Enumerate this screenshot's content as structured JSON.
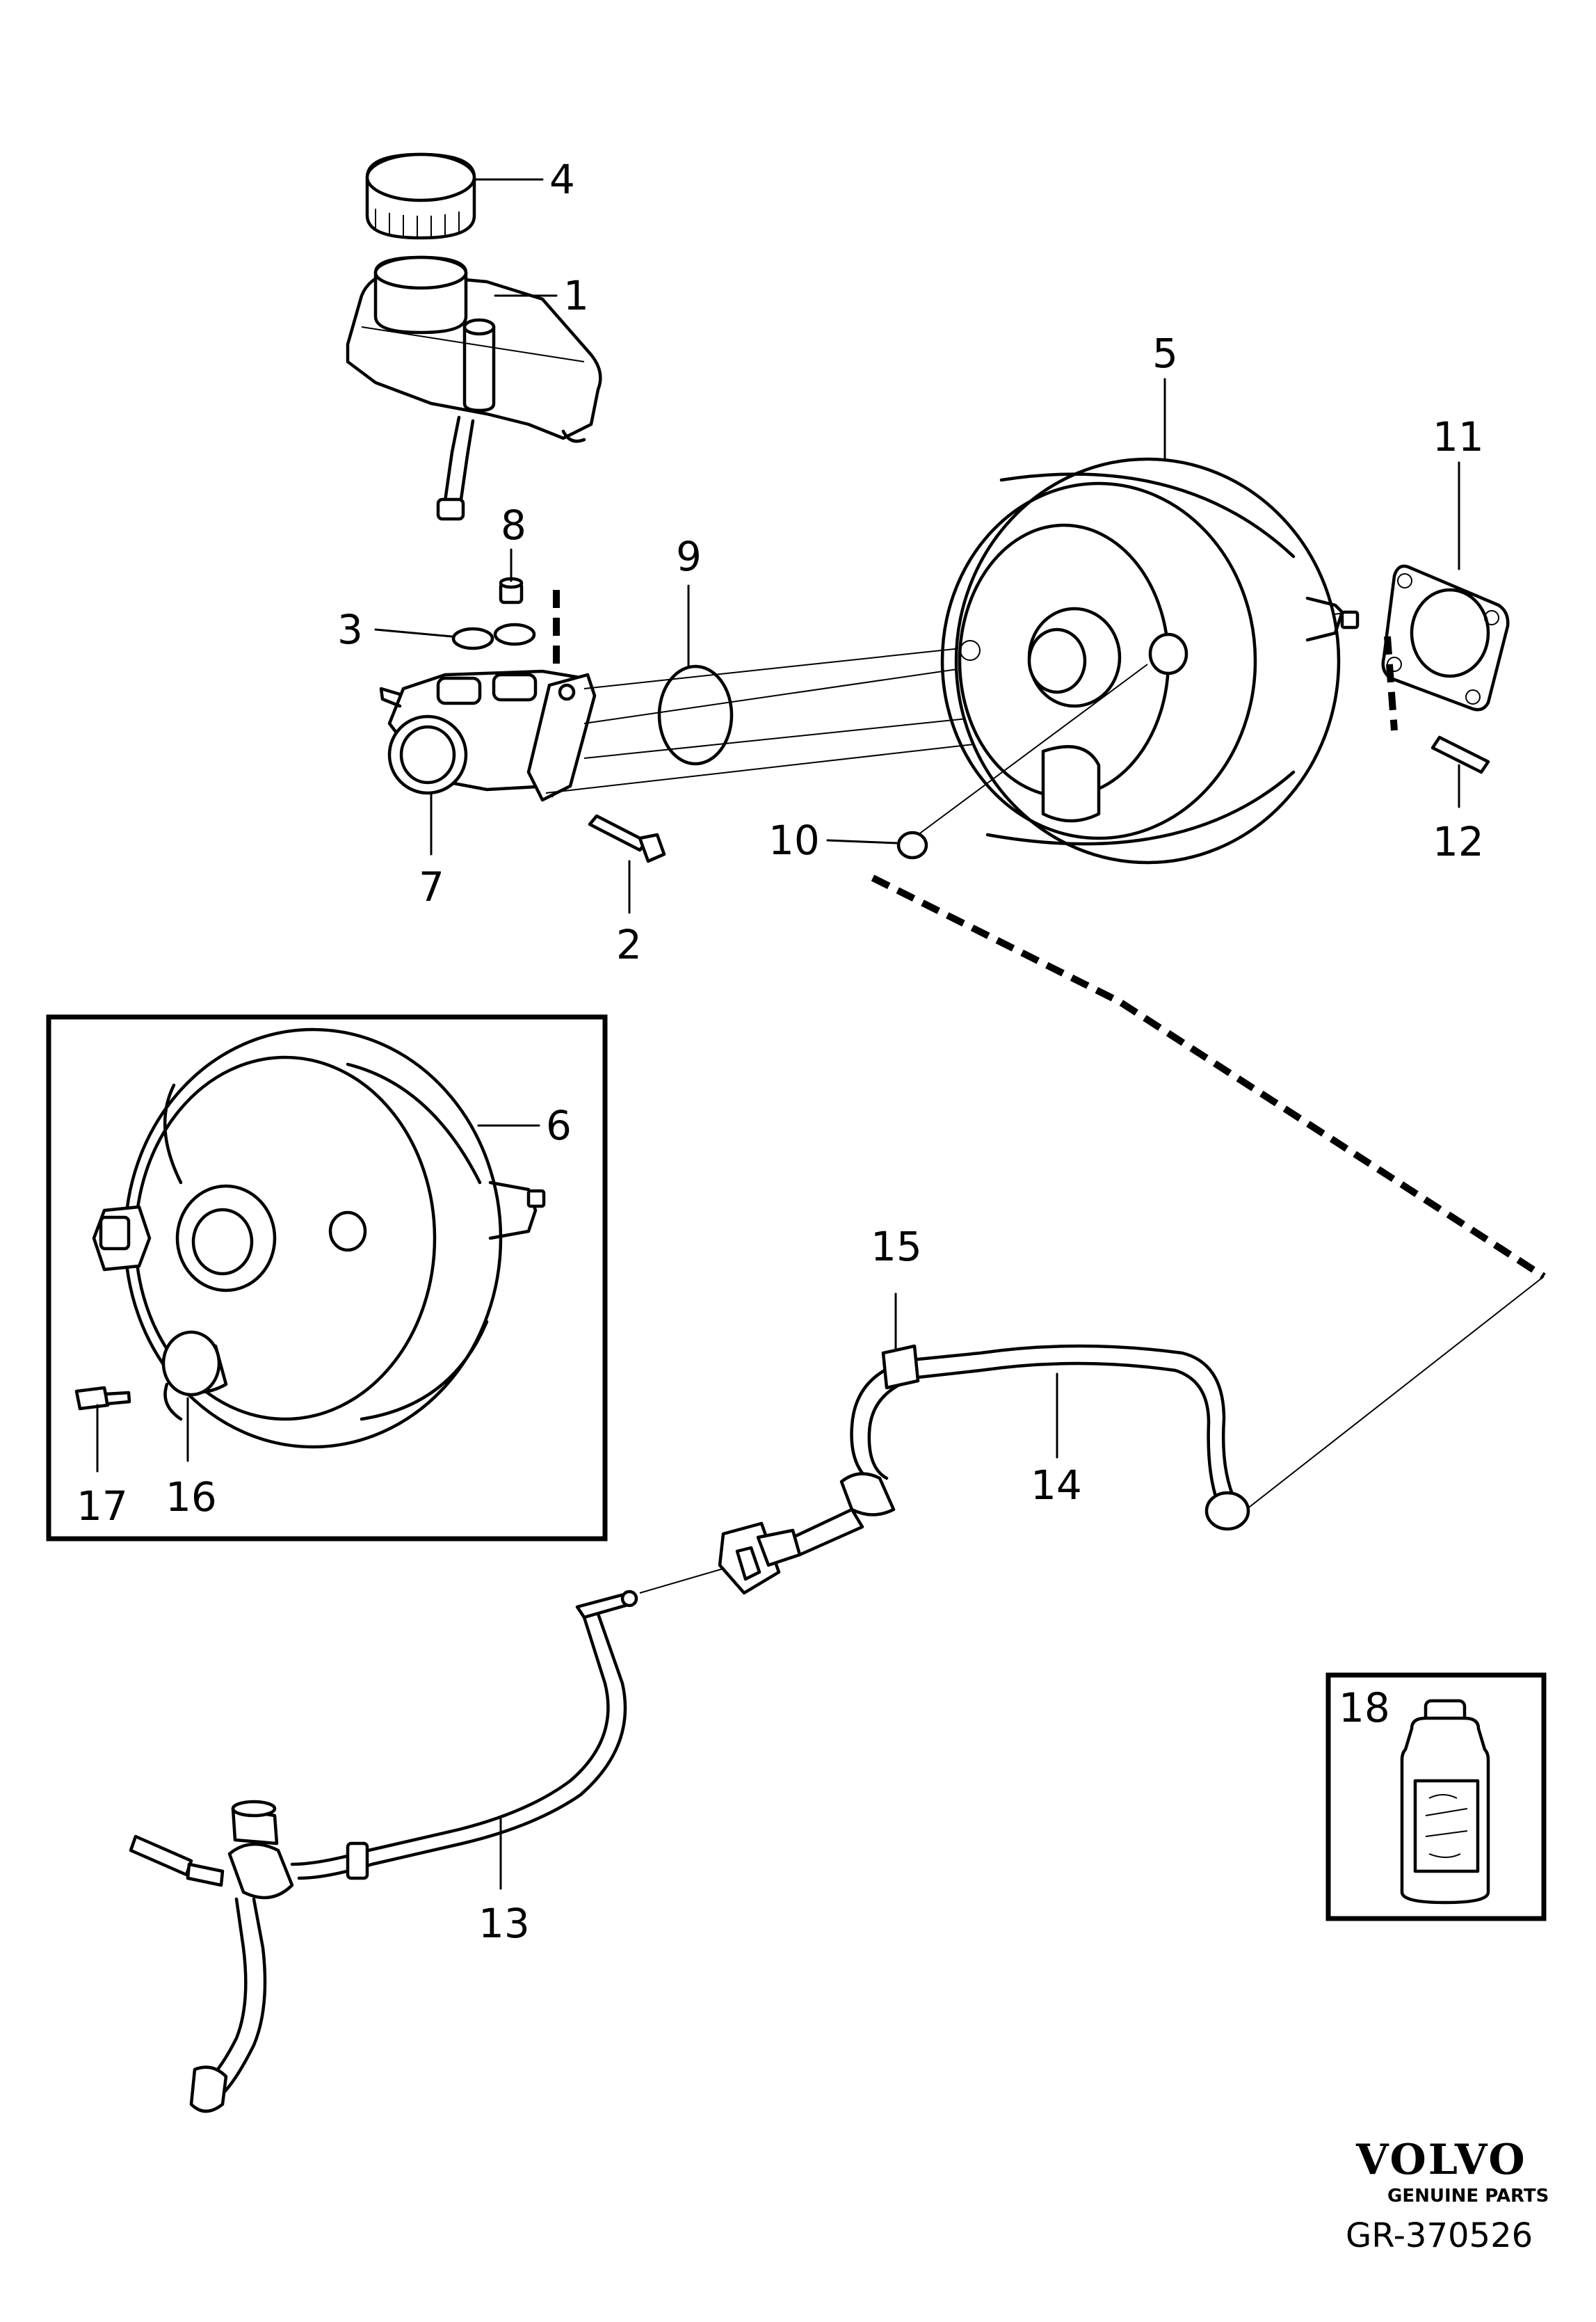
{
  "callouts": {
    "c1": "1",
    "c2": "2",
    "c3": "3",
    "c4": "4",
    "c5": "5",
    "c6": "6",
    "c7": "7",
    "c8": "8",
    "c9": "9",
    "c10": "10",
    "c11": "11",
    "c12": "12",
    "c13": "13",
    "c14": "14",
    "c15": "15",
    "c16": "16",
    "c17": "17",
    "c18": "18"
  },
  "brand": {
    "name": "VOLVO",
    "tagline": "GENUINE PARTS",
    "reference": "GR-370526"
  }
}
